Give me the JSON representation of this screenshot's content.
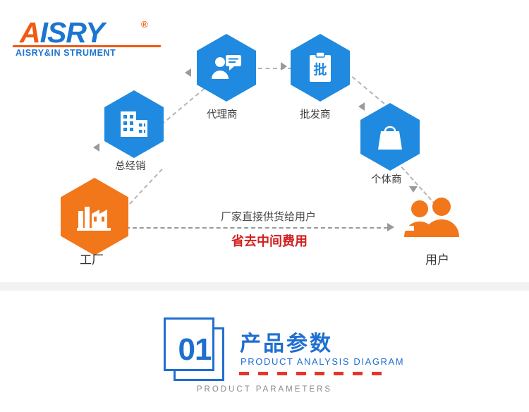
{
  "logo": {
    "brand": "AISRY",
    "registered": "®",
    "subtitle": "AISRY&INSTRUMENT",
    "brand_color": "#1b75d1",
    "accent_color": "#f05a14"
  },
  "diagram": {
    "nodes": [
      {
        "id": "agent",
        "label": "代理商",
        "icon": "person-chat-icon",
        "color": "#1f8ae0"
      },
      {
        "id": "wholesaler",
        "label": "批发商",
        "icon": "clipboard-icon",
        "color": "#1f8ae0"
      },
      {
        "id": "distributor",
        "label": "总经销",
        "icon": "building-icon",
        "color": "#1f8ae0"
      },
      {
        "id": "individual",
        "label": "个体商",
        "icon": "bag-icon",
        "color": "#1f8ae0"
      },
      {
        "id": "factory",
        "label": "工厂",
        "icon": "factory-icon",
        "color": "#f2761a"
      },
      {
        "id": "user",
        "label": "用户",
        "icon": "people-icon",
        "color": "#f2761a"
      }
    ],
    "flow_label": "厂家直接供货给用户",
    "highlight_label": "省去中间费用",
    "highlight_color": "#d22020"
  },
  "section": {
    "number": "01",
    "title_cn": "产品参数",
    "title_en": "PRODUCT ANALYSIS DIAGRAM",
    "footer_en": "PRODUCT PARAMETERS",
    "accent_color": "#1f6fd0",
    "dash_color": "#e8342a"
  }
}
